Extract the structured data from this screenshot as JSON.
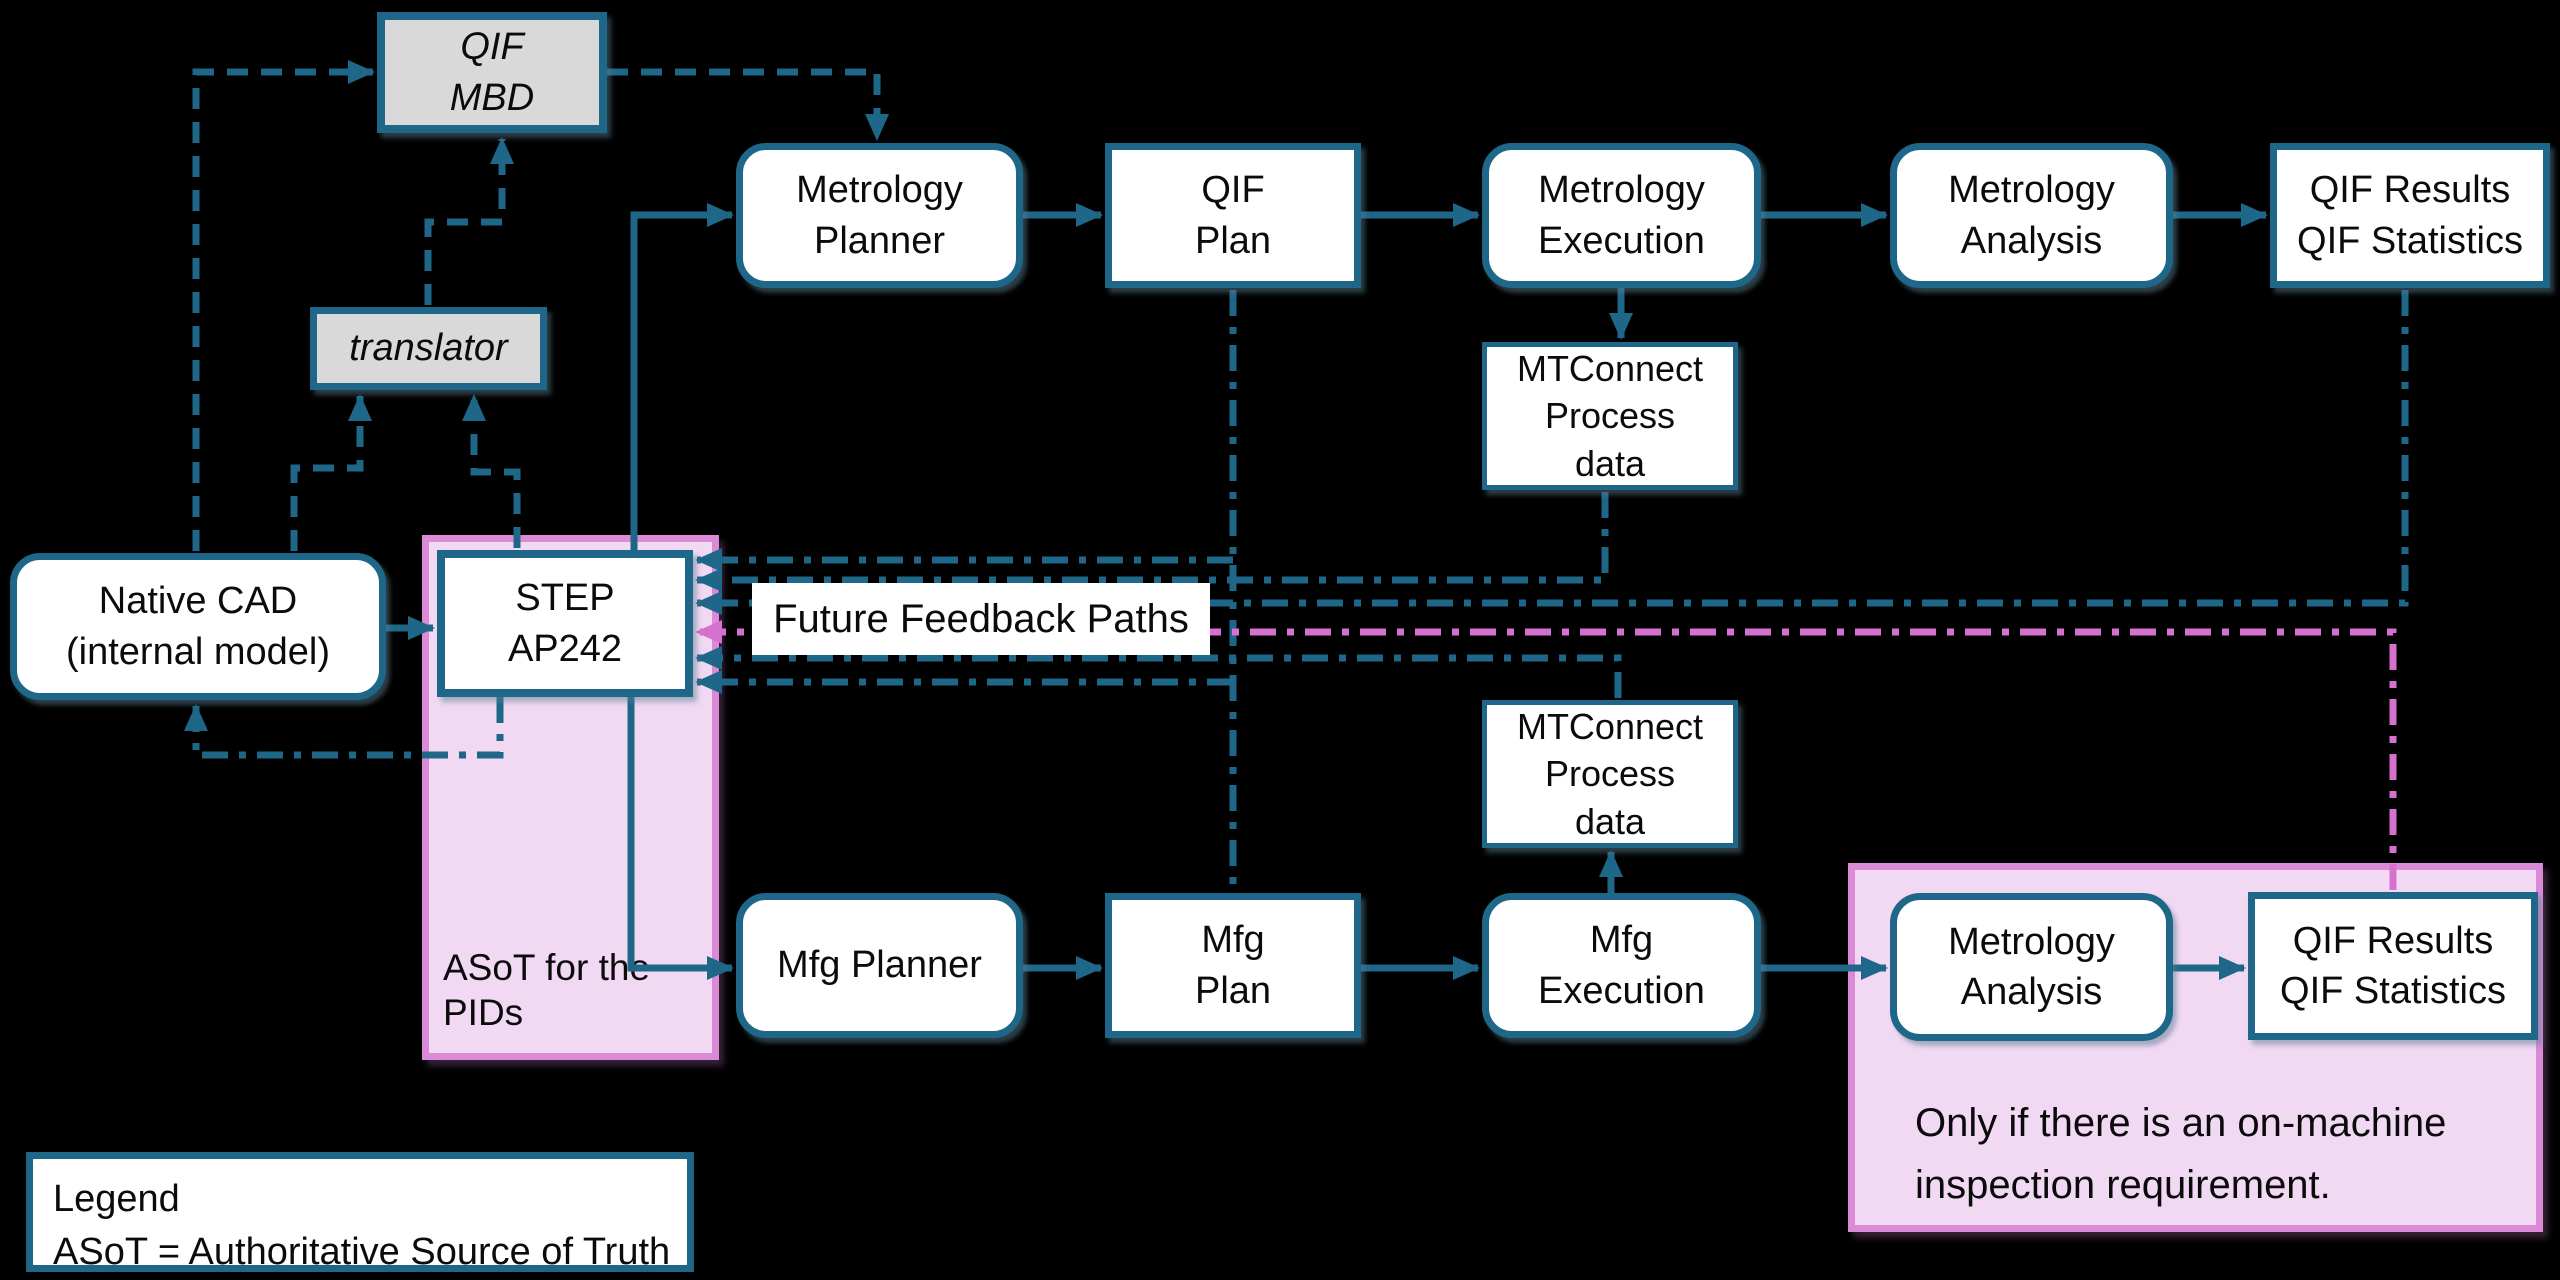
{
  "diagram": {
    "title": "QIF / STEP AP242 model-based workflow",
    "colors": {
      "teal": "#1F6789",
      "magenta": "#D571CE",
      "pink_fill": "#F2D9F3",
      "pink_border": "#DB8AD7",
      "gray_fill": "#D9D9D9",
      "node_fill": "#FFFFFF",
      "background": "#000000",
      "text": "#0B0B0B"
    },
    "nodes": {
      "qif_mbd": {
        "label": "QIF\nMBD"
      },
      "translator": {
        "label": "translator"
      },
      "native_cad": {
        "label": "Native CAD\n(internal model)"
      },
      "step_ap242": {
        "label": "STEP\nAP242"
      },
      "metrology_planner": {
        "label": "Metrology\nPlanner"
      },
      "qif_plan": {
        "label": "QIF\nPlan"
      },
      "metrology_execution": {
        "label": "Metrology\nExecution"
      },
      "metrology_analysis": {
        "label": "Metrology\nAnalysis"
      },
      "qif_results": {
        "label": "QIF Results\nQIF Statistics"
      },
      "mtconnect_top": {
        "label": "MTConnect\nProcess\ndata"
      },
      "mtconnect_bottom": {
        "label": "MTConnect\nProcess\ndata"
      },
      "mfg_planner": {
        "label": "Mfg Planner"
      },
      "mfg_plan": {
        "label": "Mfg\nPlan"
      },
      "mfg_execution": {
        "label": "Mfg\nExecution"
      },
      "metrology_analysis_onmachine": {
        "label": "Metrology\nAnalysis"
      },
      "qif_results_onmachine": {
        "label": "QIF Results\nQIF Statistics"
      }
    },
    "regions": {
      "asot": {
        "label": "ASoT for the PIDs"
      },
      "on_machine": {
        "note": "Only if there is an on-machine\ninspection requirement."
      }
    },
    "feedback_label": "Future Feedback Paths",
    "legend": {
      "title": "Legend",
      "entry": "ASoT = Authoritative Source of Truth"
    },
    "edges": [
      {
        "from": "native_cad",
        "to": "step_ap242",
        "style": "solid"
      },
      {
        "from": "step_ap242",
        "to": "metrology_planner",
        "style": "solid"
      },
      {
        "from": "metrology_planner",
        "to": "qif_plan",
        "style": "solid"
      },
      {
        "from": "qif_plan",
        "to": "metrology_execution",
        "style": "solid"
      },
      {
        "from": "metrology_execution",
        "to": "metrology_analysis",
        "style": "solid"
      },
      {
        "from": "metrology_analysis",
        "to": "qif_results",
        "style": "solid"
      },
      {
        "from": "metrology_execution",
        "to": "mtconnect_top",
        "style": "solid"
      },
      {
        "from": "step_ap242",
        "to": "mfg_planner",
        "style": "solid"
      },
      {
        "from": "mfg_planner",
        "to": "mfg_plan",
        "style": "solid"
      },
      {
        "from": "mfg_plan",
        "to": "mfg_execution",
        "style": "solid"
      },
      {
        "from": "mfg_execution",
        "to": "mtconnect_bottom",
        "style": "solid"
      },
      {
        "from": "mfg_execution",
        "to": "metrology_analysis_onmachine",
        "style": "solid"
      },
      {
        "from": "metrology_analysis_onmachine",
        "to": "qif_results_onmachine",
        "style": "solid"
      },
      {
        "from": "native_cad",
        "to": "qif_mbd",
        "style": "dashed"
      },
      {
        "from": "qif_mbd",
        "to": "metrology_planner",
        "style": "dashed"
      },
      {
        "from": "translator",
        "to": "qif_mbd",
        "style": "dashed"
      },
      {
        "from": "native_cad",
        "to": "translator",
        "style": "dashed"
      },
      {
        "from": "step_ap242",
        "to": "translator",
        "style": "dashed"
      },
      {
        "from": "step_ap242",
        "to": "native_cad",
        "style": "dash-dot"
      },
      {
        "from": "qif_plan",
        "to": "mfg_plan",
        "style": "dash-dot"
      },
      {
        "from": "qif_plan",
        "to": "step_ap242",
        "style": "dash-dot feedback"
      },
      {
        "from": "mtconnect_top",
        "to": "step_ap242",
        "style": "dash-dot feedback"
      },
      {
        "from": "qif_results",
        "to": "step_ap242",
        "style": "dash-dot feedback"
      },
      {
        "from": "qif_results_onmachine",
        "to": "step_ap242",
        "style": "dash-dot feedback magenta"
      },
      {
        "from": "mtconnect_bottom",
        "to": "step_ap242",
        "style": "dash-dot feedback"
      },
      {
        "from": "mfg_plan",
        "to": "step_ap242",
        "style": "dash-dot feedback"
      }
    ]
  }
}
